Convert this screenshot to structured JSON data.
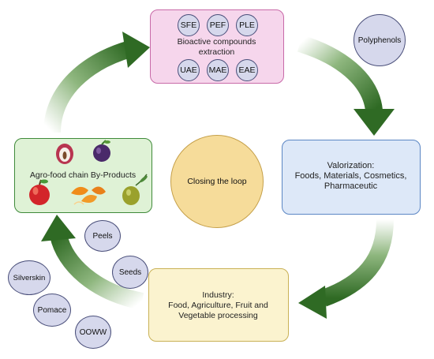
{
  "extraction": {
    "label": "Bioactive compounds extraction",
    "label_line1": "Bioactive compounds",
    "label_line2": "extraction",
    "methods_top": [
      "SFE",
      "PEF",
      "PLE"
    ],
    "methods_bottom": [
      "UAE",
      "MAE",
      "EAE"
    ]
  },
  "polyphenols": "Polyphenols",
  "valorization": {
    "line1": "Valorization:",
    "line2": "Foods, Materials, Cosmetics,",
    "line3": "Pharmaceutic"
  },
  "industry": {
    "line1": "Industry:",
    "line2": "Food, Agriculture, Fruit and",
    "line3": "Vegetable processing"
  },
  "byproducts": {
    "label": "Agro-food chain By-Products",
    "fruit_icons": [
      "lychee-icon",
      "plum-icon",
      "apple-icon",
      "orange-peel-icon",
      "olive-icon"
    ]
  },
  "center": "Closing the loop",
  "byproduct_types": [
    "Peels",
    "Seeds",
    "Silverskin",
    "Pomace",
    "OOWW"
  ],
  "colors": {
    "extraction_fill": "#f6d6ec",
    "extraction_border": "#c86aa8",
    "valorization_fill": "#dde8f8",
    "valorization_border": "#5b86c4",
    "industry_fill": "#fbf3cf",
    "industry_border": "#c9b156",
    "byproducts_fill": "#dff2d6",
    "byproducts_border": "#3f8a3a",
    "center_fill": "#f6dc9a",
    "center_border": "#c5a04a",
    "chip_fill": "#d6d8ec",
    "chip_border": "#4a4f7a",
    "arrow_dark": "#2f6a24",
    "arrow_light": "#ffffff"
  }
}
